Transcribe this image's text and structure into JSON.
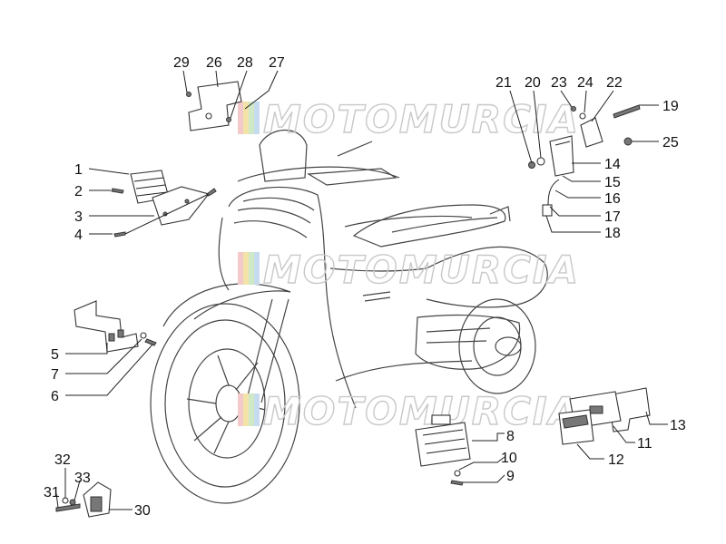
{
  "watermark": {
    "text": "MOTOMURCIA",
    "colors": [
      "#f3c9c9",
      "#f3e3a8",
      "#cfe8c6",
      "#c7dbef"
    ]
  },
  "callouts": [
    {
      "id": "29",
      "text": "29"
    },
    {
      "id": "26",
      "text": "26"
    },
    {
      "id": "28",
      "text": "28"
    },
    {
      "id": "27",
      "text": "27"
    },
    {
      "id": "21",
      "text": "21"
    },
    {
      "id": "20",
      "text": "20"
    },
    {
      "id": "23",
      "text": "23"
    },
    {
      "id": "24",
      "text": "24"
    },
    {
      "id": "22",
      "text": "22"
    },
    {
      "id": "19",
      "text": "19"
    },
    {
      "id": "25",
      "text": "25"
    },
    {
      "id": "14",
      "text": "14"
    },
    {
      "id": "15",
      "text": "15"
    },
    {
      "id": "16",
      "text": "16"
    },
    {
      "id": "17",
      "text": "17"
    },
    {
      "id": "18",
      "text": "18"
    },
    {
      "id": "1",
      "text": "1"
    },
    {
      "id": "2",
      "text": "2"
    },
    {
      "id": "3",
      "text": "3"
    },
    {
      "id": "4",
      "text": "4"
    },
    {
      "id": "5",
      "text": "5"
    },
    {
      "id": "7",
      "text": "7"
    },
    {
      "id": "6",
      "text": "6"
    },
    {
      "id": "8",
      "text": "8"
    },
    {
      "id": "10",
      "text": "10"
    },
    {
      "id": "9",
      "text": "9"
    },
    {
      "id": "13",
      "text": "13"
    },
    {
      "id": "11",
      "text": "11"
    },
    {
      "id": "12",
      "text": "12"
    },
    {
      "id": "32",
      "text": "32"
    },
    {
      "id": "33",
      "text": "33"
    },
    {
      "id": "31",
      "text": "31"
    },
    {
      "id": "30",
      "text": "30"
    }
  ]
}
